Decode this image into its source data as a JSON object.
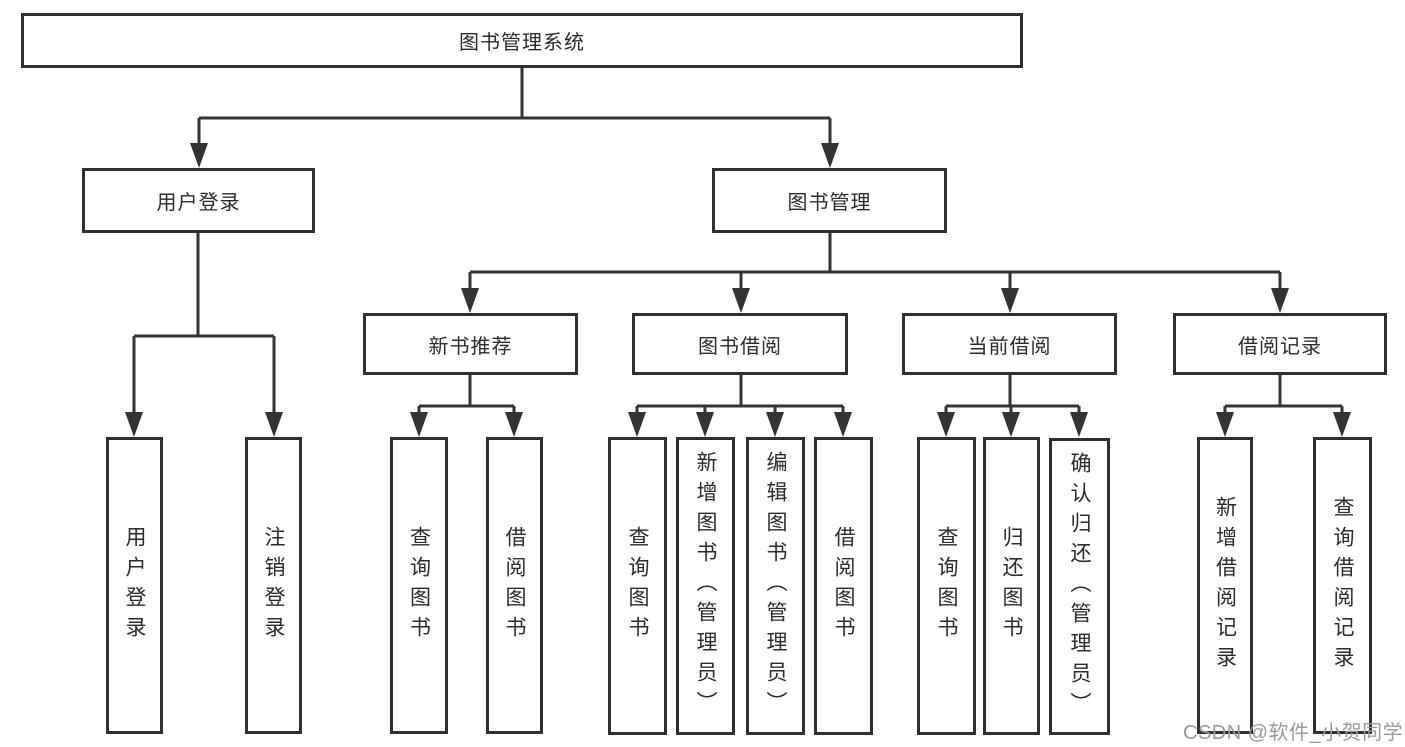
{
  "colors": {
    "line": "#333333",
    "box_border": "#2f2f2f",
    "text": "#2b2b2b",
    "watermark": "#9a9a9a",
    "background": "#ffffff"
  },
  "watermark": {
    "text": "CSDN @软件_小贺同学"
  },
  "tree": {
    "root": "图书管理系统",
    "children": [
      {
        "label": "用户登录",
        "children": [
          {
            "label": "用户登录"
          },
          {
            "label": "注销登录"
          }
        ]
      },
      {
        "label": "图书管理",
        "children": [
          {
            "label": "新书推荐",
            "children": [
              {
                "label": "查询图书"
              },
              {
                "label": "借阅图书"
              }
            ]
          },
          {
            "label": "图书借阅",
            "children": [
              {
                "label": "查询图书"
              },
              {
                "label": "新增图书（管理员）"
              },
              {
                "label": "编辑图书（管理员）"
              },
              {
                "label": "借阅图书"
              }
            ]
          },
          {
            "label": "当前借阅",
            "children": [
              {
                "label": "查询图书"
              },
              {
                "label": "归还图书"
              },
              {
                "label": "确认归还（管理员）"
              }
            ]
          },
          {
            "label": "借阅记录",
            "children": [
              {
                "label": "新增借阅记录"
              },
              {
                "label": "查询借阅记录"
              }
            ]
          }
        ]
      }
    ]
  }
}
